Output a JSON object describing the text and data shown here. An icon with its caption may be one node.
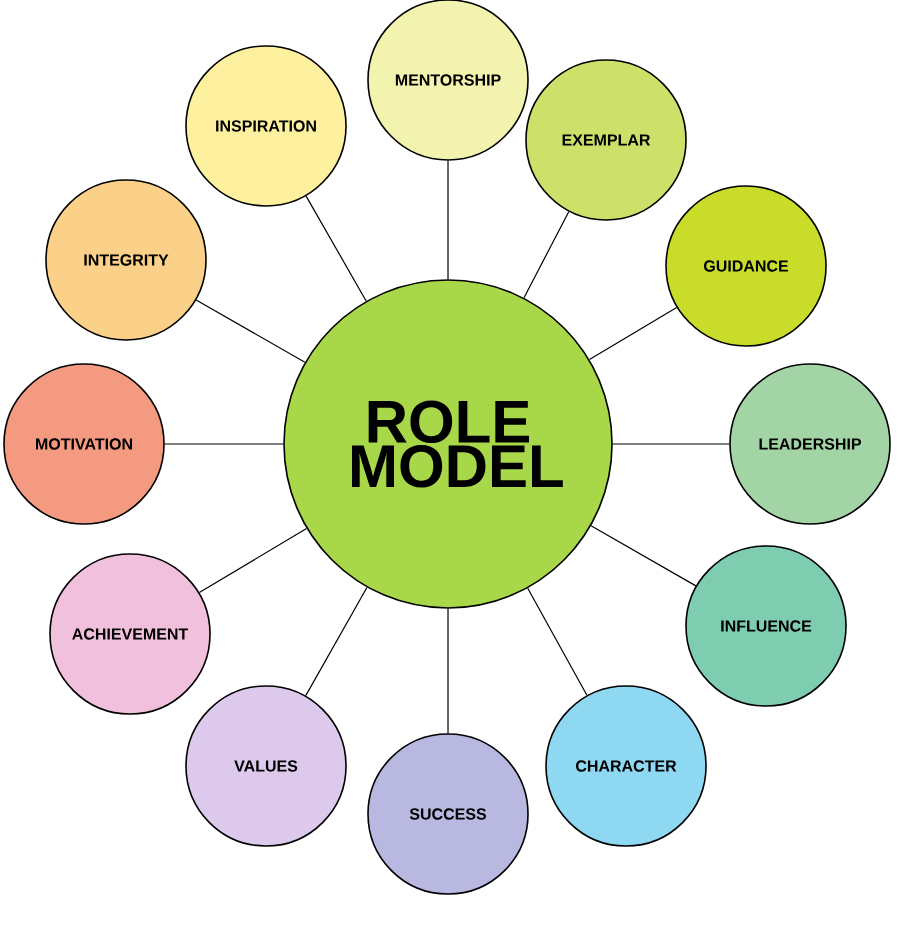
{
  "diagram": {
    "nodes": [
      {
        "text": [
          "ROLE MODEL"
        ]
      },
      {
        "text": [
          "MENTORSHIP"
        ]
      },
      {
        "text": [
          "EXEMPLAR"
        ]
      },
      {
        "text": [
          "GUIDANCE"
        ]
      },
      {
        "text": [
          "LEADERSHIP"
        ]
      },
      {
        "text": [
          "INFLUENCE"
        ]
      },
      {
        "text": [
          "CHARACTER"
        ]
      },
      {
        "text": [
          "SUCCESS"
        ]
      },
      {
        "text": [
          "VALUES"
        ]
      },
      {
        "text": [
          "ACHIEVEMENT"
        ]
      },
      {
        "text": [
          "MOTIVATION"
        ]
      },
      {
        "text": [
          "INTEGRITY"
        ]
      },
      {
        "text": [
          "INSPIRATION"
        ]
      }
    ],
    "edges": [
      {
        "from": 0,
        "to": 1,
        "arrow": "none"
      },
      {
        "from": 0,
        "to": 2,
        "arrow": "none"
      },
      {
        "from": 0,
        "to": 3,
        "arrow": "none"
      },
      {
        "from": 0,
        "to": 4,
        "arrow": "none"
      },
      {
        "from": 0,
        "to": 5,
        "arrow": "none"
      },
      {
        "from": 0,
        "to": 6,
        "arrow": "none"
      },
      {
        "from": 0,
        "to": 7,
        "arrow": "none"
      },
      {
        "from": 0,
        "to": 8,
        "arrow": "none"
      },
      {
        "from": 0,
        "to": 9,
        "arrow": "none"
      },
      {
        "from": 0,
        "to": 10,
        "arrow": "none"
      },
      {
        "from": 0,
        "to": 11,
        "arrow": "none"
      },
      {
        "from": 0,
        "to": 12,
        "arrow": "none"
      }
    ]
  }
}
